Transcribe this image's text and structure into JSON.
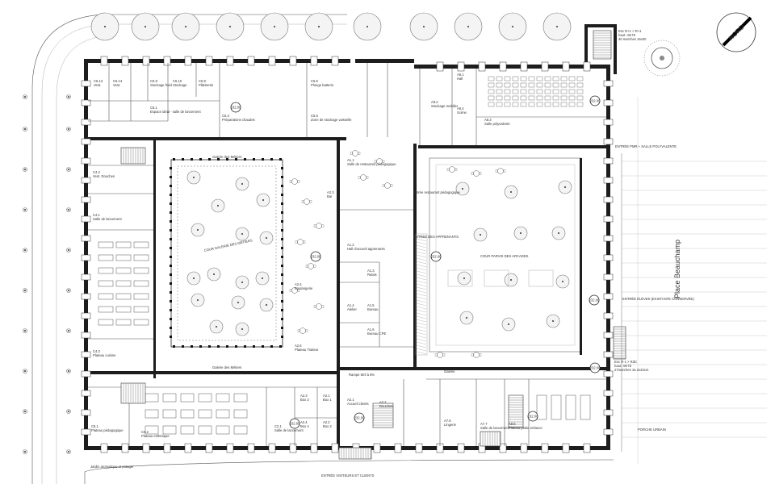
{
  "compass": {
    "label": "NORD"
  },
  "stair_note": [
    "Esc R+1 > R+1",
    "haut. 4m75",
    "30 marches 16x30"
  ],
  "stair_note2": [
    "Esc R-1 > RdC",
    "haut. 4m75",
    "27marches 15.2x32cm"
  ],
  "courtyards": {
    "metiers": "COUR GALERIE DES MÉTIERS",
    "arcades": "COUR PARVIS DES ARCADES"
  },
  "street": "Place Beauchamp",
  "galleries": {
    "top": "Galerie des Métiers",
    "bottom": "Galerie des Métiers",
    "right": "Galerie",
    "ramp": "Rampe 8ml à 5%"
  },
  "entrances": {
    "pmr": "ENTRÉE PMR + SALLE POLYVALENTE",
    "restaurant": "Entrée restaurant pédagogique",
    "apprenants": "ENTRÉE DES APPRENANTS",
    "eleves": "ENTRÉE ÉLÈVES (EXISTANTE CONSERVÉE)",
    "visiteurs": "ENTRÉE VISITEURS ET CLIENTS",
    "porche": "PORCHE URBAIN"
  },
  "garden": "Jardin aromatique et potager",
  "badges": [
    "232.00",
    "232.00",
    "232.00",
    "232.00",
    "232.00",
    "232.00",
    "232.00",
    "232.00",
    "232.00"
  ],
  "rooms_top": [
    {
      "code": "C5.13",
      "name": "Vest."
    },
    {
      "code": "C5.14",
      "name": "Vest."
    },
    {
      "code": "C5.9",
      "name": "Stockage froid"
    },
    {
      "code": "C5.10",
      "name": "Stockage"
    },
    {
      "code": "C5.8",
      "name": "Pâtisserie"
    },
    {
      "code": "C5.6",
      "name": "Plonge batterie"
    },
    {
      "code": "C5.5",
      "name": "Zone de stockage vaisselle"
    },
    {
      "code": "C5.1",
      "name": "Espace idéal - salle de lancement"
    },
    {
      "code": "C5.3",
      "name": "Préparations chaudes"
    },
    {
      "code": "A8.1",
      "name": "Hall"
    },
    {
      "code": "A8.2",
      "name": "Stockage mobilier"
    },
    {
      "code": "A8.4",
      "name": "Scène"
    },
    {
      "code": "A8.3",
      "name": "Salle polyvalente"
    }
  ],
  "rooms_left": [
    {
      "code": "C4.1",
      "name": "Salle de lancement"
    },
    {
      "code": "C4.2",
      "name": "Vest. Douches"
    },
    {
      "code": "C4.3",
      "name": "Plateau cuisine"
    }
  ],
  "rooms_center": [
    {
      "code": "A1.1",
      "name": "Salle de restaurant pédagogique"
    },
    {
      "code": "A1.2",
      "name": "Hall d'accueil apprenants"
    },
    {
      "code": "A1.3",
      "name": "Relais"
    },
    {
      "code": "A1.4",
      "name": "Atelier"
    },
    {
      "code": "A1.5",
      "name": "Bureau"
    },
    {
      "code": "A1.6",
      "name": "Bureau CPE"
    },
    {
      "code": "A2.4",
      "name": "Boulangerie"
    },
    {
      "code": "A2.5",
      "name": "Plateau Traiteur"
    },
    {
      "code": "A2.3",
      "name": "Bar"
    }
  ],
  "rooms_bottom": [
    {
      "code": "C6.1",
      "name": "Plateau pédagogique"
    },
    {
      "code": "C6.2",
      "name": "Plateau esthétique"
    },
    {
      "code": "C2.1",
      "name": "Salle de lancement"
    },
    {
      "code": "A2.3",
      "name": "Box 3"
    },
    {
      "code": "A2.4",
      "name": "Box 4"
    },
    {
      "code": "A2.1",
      "name": "Box 1"
    },
    {
      "code": "A2.2",
      "name": "Box 2"
    },
    {
      "code": "A2.1",
      "name": "Accueil clients"
    },
    {
      "code": "A2.2",
      "name": "Douches"
    },
    {
      "code": "A7.6",
      "name": "Lingerie"
    },
    {
      "code": "A7.7",
      "name": "Salle de lancement"
    },
    {
      "code": "A8.6",
      "name": "Plateau petite enfance"
    }
  ]
}
